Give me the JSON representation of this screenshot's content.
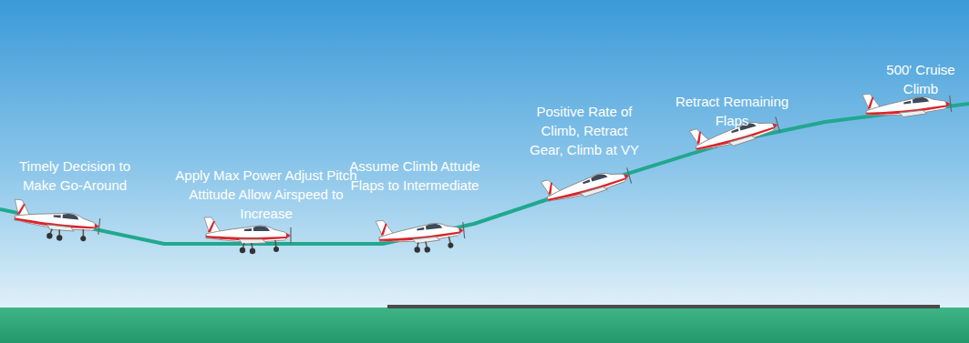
{
  "diagram": {
    "labels": [
      "Timely Decision to Make Go-Around",
      "Apply Max Power Adjust Pitch Attitude Allow Airspeed to Increase",
      "Assume Climb Attude Flaps to Intermediate",
      "Positive Rate of Climb, Retract Gear, Climb at VY",
      "Retract Remaining Flaps",
      "500' Cruise Climb"
    ]
  }
}
